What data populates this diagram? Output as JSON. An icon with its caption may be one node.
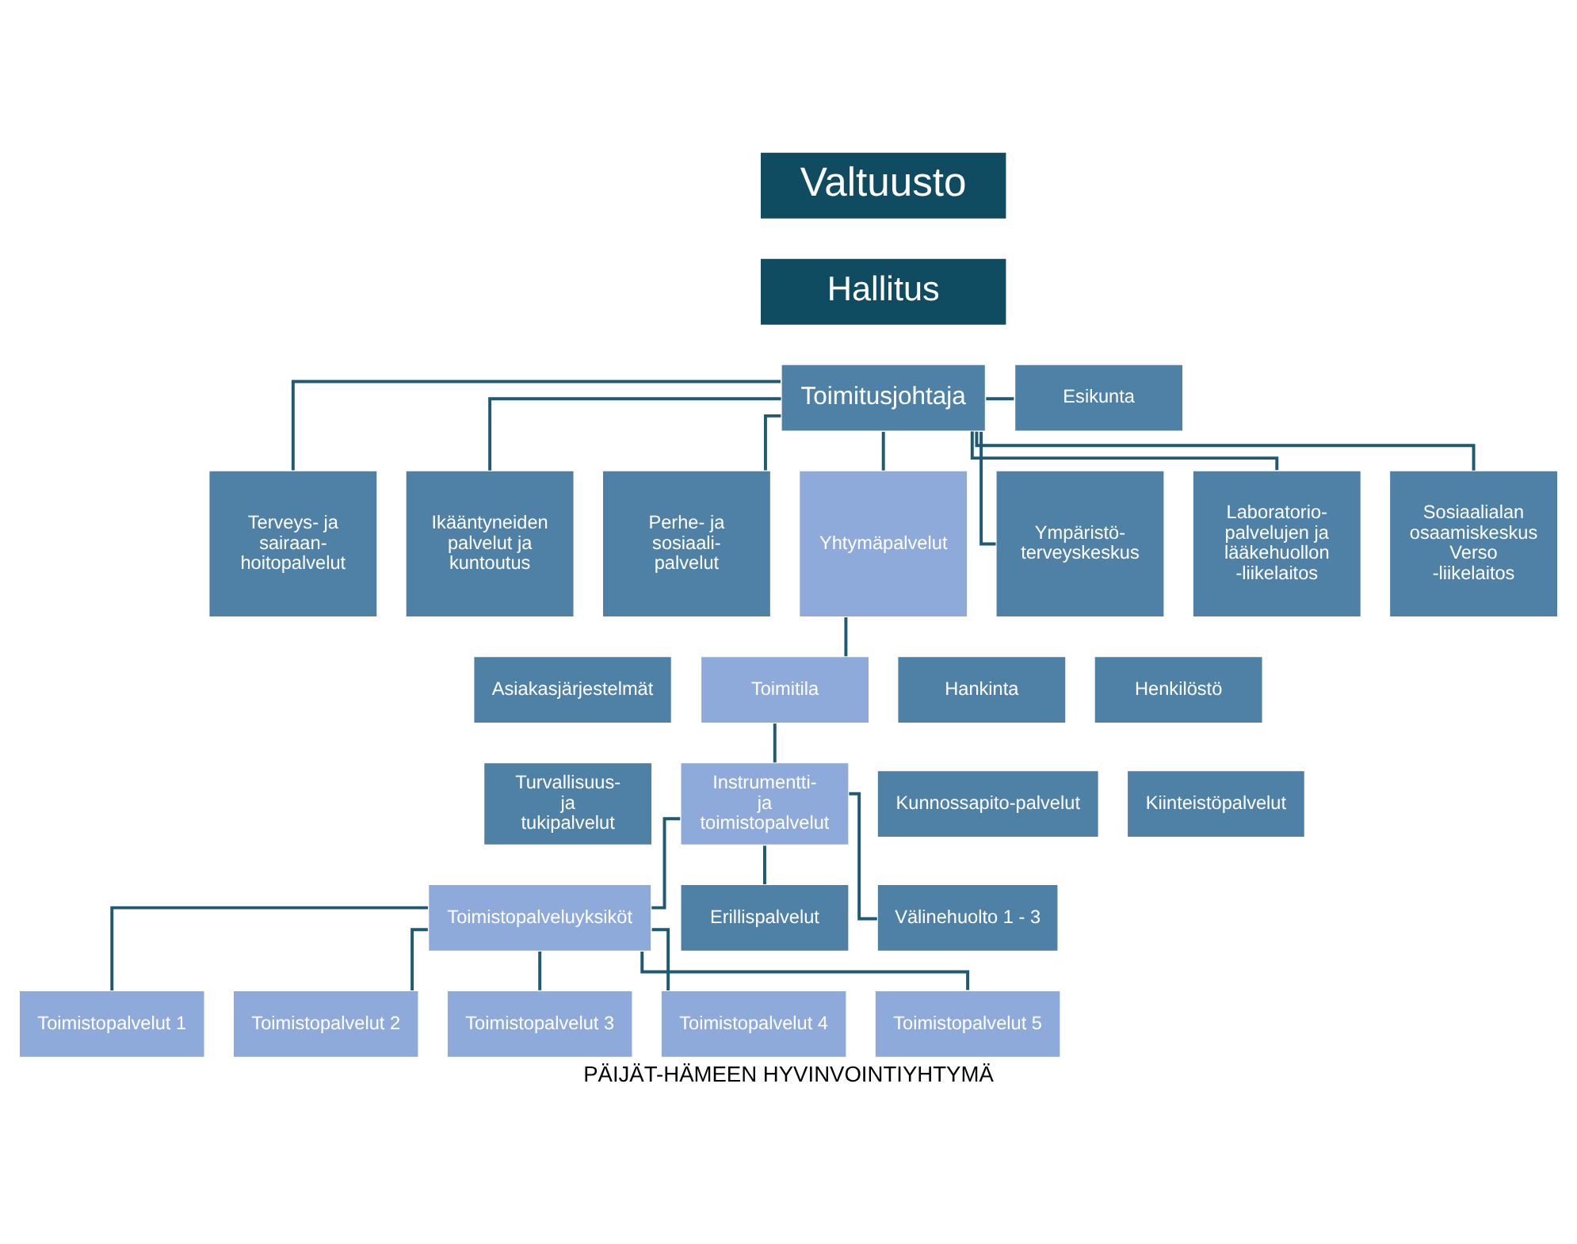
{
  "diagram": {
    "caption": "PÄIJÄT-HÄMEEN HYVINVOINTIYHTYMÄ",
    "nodes": [
      {
        "text": [
          "Valtuusto"
        ]
      },
      {
        "text": [
          "Hallitus"
        ]
      },
      {
        "text": [
          "Toimitusjohtaja"
        ]
      },
      {
        "text": [
          "Esikunta"
        ]
      },
      {
        "text": [
          "Terveys- ja sairaan- hoitopalvelut"
        ]
      },
      {
        "text": [
          "Ikääntyneiden palvelut ja kuntoutus"
        ]
      },
      {
        "text": [
          "Perhe- ja sosiaali- palvelut"
        ]
      },
      {
        "text": [
          "Yhtymäpalvelut"
        ]
      },
      {
        "text": [
          "Ympäristö- terveyskeskus"
        ]
      },
      {
        "text": [
          "Laboratorio- palvelujen ja lääkehuollon -liikelaitos"
        ]
      },
      {
        "text": [
          "Sosiaalialan osaamiskeskus Verso -liikelaitos"
        ]
      },
      {
        "text": [
          "Asiakasjärjestelmät"
        ]
      },
      {
        "text": [
          "Toimitila"
        ]
      },
      {
        "text": [
          "Hankinta"
        ]
      },
      {
        "text": [
          "Henkilöstö"
        ]
      },
      {
        "text": [
          "Turvallisuus- ja tukipalvelut"
        ]
      },
      {
        "text": [
          "Instrumentti- ja toimistopalvelut"
        ]
      },
      {
        "text": [
          "Kunnossapito-palvelut"
        ]
      },
      {
        "text": [
          "Kiinteistöpalvelut"
        ]
      },
      {
        "text": [
          "Toimistopalveluyksiköt"
        ]
      },
      {
        "text": [
          "Erillispalvelut"
        ]
      },
      {
        "text": [
          "Välinehuolto 1 - 3"
        ]
      },
      {
        "text": [
          "Toimistopalvelut 1"
        ]
      },
      {
        "text": [
          "Toimistopalvelut 2"
        ]
      },
      {
        "text": [
          "Toimistopalvelut 3"
        ]
      },
      {
        "text": [
          "Toimistopalvelut 4"
        ]
      },
      {
        "text": [
          "Toimistopalvelut 5"
        ]
      }
    ],
    "edges": [
      {
        "from": 2,
        "to": 3,
        "arrow": "none"
      },
      {
        "from": 2,
        "to": 4,
        "arrow": "none"
      },
      {
        "from": 2,
        "to": 5,
        "arrow": "none"
      },
      {
        "from": 2,
        "to": 6,
        "arrow": "none"
      },
      {
        "from": 2,
        "to": 7,
        "arrow": "none"
      },
      {
        "from": 2,
        "to": 8,
        "arrow": "none"
      },
      {
        "from": 2,
        "to": 9,
        "arrow": "none"
      },
      {
        "from": 2,
        "to": 10,
        "arrow": "none"
      },
      {
        "from": 7,
        "to": 12,
        "arrow": "none"
      },
      {
        "from": 12,
        "to": 16,
        "arrow": "none"
      },
      {
        "from": 16,
        "to": 19,
        "arrow": "none"
      },
      {
        "from": 16,
        "to": 20,
        "arrow": "none"
      },
      {
        "from": 16,
        "to": 21,
        "arrow": "none"
      },
      {
        "from": 19,
        "to": 22,
        "arrow": "none"
      },
      {
        "from": 19,
        "to": 23,
        "arrow": "none"
      },
      {
        "from": 19,
        "to": 24,
        "arrow": "none"
      },
      {
        "from": 19,
        "to": 25,
        "arrow": "none"
      },
      {
        "from": 19,
        "to": 26,
        "arrow": "none"
      }
    ]
  }
}
